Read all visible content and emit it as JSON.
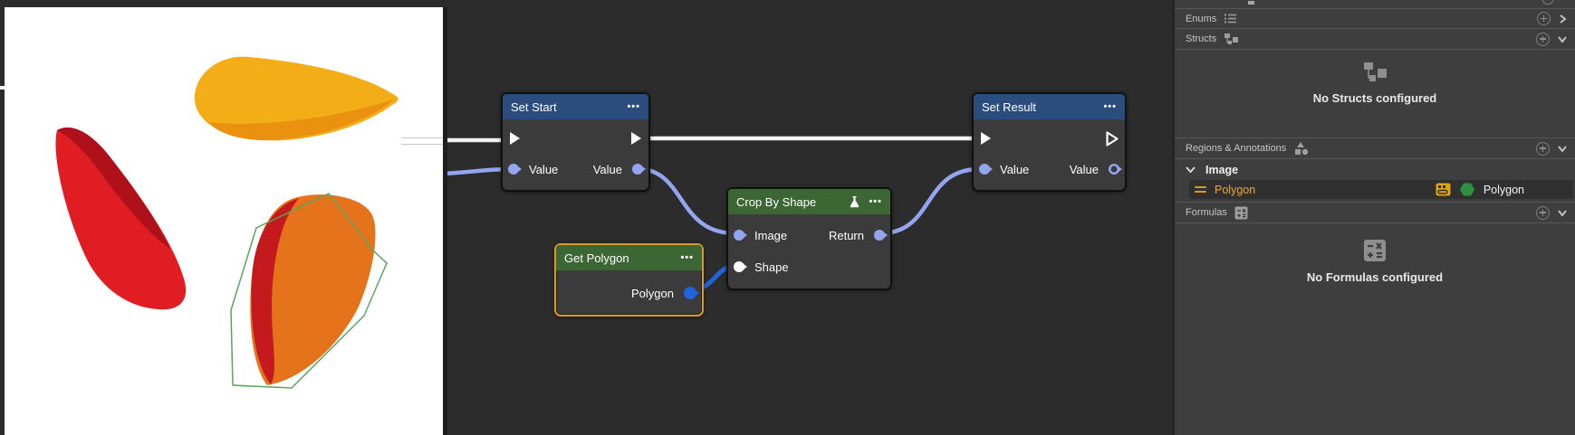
{
  "colors": {
    "canvas_bg": "#2c2c2c",
    "panel_bg": "#3e3e3e",
    "node_body": "#3b3b3b",
    "node_header_blue": "#2b4d7e",
    "node_header_green": "#3c6734",
    "selection_border_amber": "#d79a28",
    "wire_exec_white": "#f2f2f2",
    "wire_data_periwinkle": "#93a5ef",
    "wire_polygon_blue": "#1d64dd",
    "accent_amber_text": "#e9a93c",
    "hexagon_green": "#2f9140",
    "blob_yellow": "#f3ad17",
    "blob_yellow_shade": "#ea9110",
    "blob_red": "#e11d24",
    "blob_red_shade": "#ae1119",
    "blob_orange": "#e4731c",
    "blob_orange_shade": "#c41a1e",
    "polygon_outline_green": "#5aa45f"
  },
  "icons": {
    "ellipsis": "•••"
  },
  "graph": {
    "nodes": [
      {
        "id": "set-start",
        "title": "Set Start",
        "in_value": "Value",
        "out_value": "Value"
      },
      {
        "id": "crop-by-shape",
        "title": "Crop By Shape",
        "in_image": "Image",
        "in_shape": "Shape",
        "out_return": "Return"
      },
      {
        "id": "get-polygon",
        "title": "Get Polygon",
        "out_polygon": "Polygon"
      },
      {
        "id": "set-result",
        "title": "Set Result",
        "in_value": "Value",
        "out_value": "Value"
      }
    ]
  },
  "sidebar": {
    "enums": {
      "label": "Enums"
    },
    "structs": {
      "label": "Structs",
      "empty": "No Structs configured"
    },
    "regions": {
      "label": "Regions & Annotations"
    },
    "image_group": {
      "label": "Image"
    },
    "region_item": {
      "name": "Polygon",
      "type": "Polygon"
    },
    "formulas": {
      "label": "Formulas",
      "empty": "No Formulas configured"
    }
  }
}
